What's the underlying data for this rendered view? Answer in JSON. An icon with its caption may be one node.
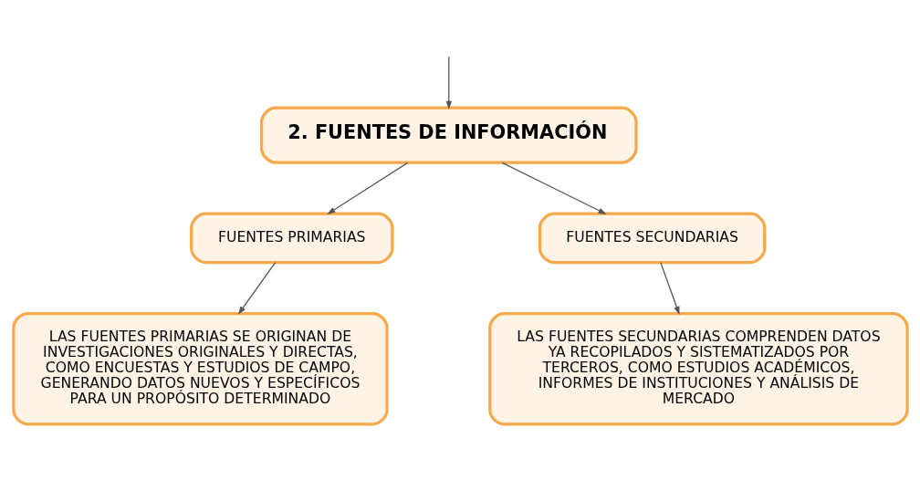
{
  "diagram": {
    "nodes": [
      {
        "text": [
          "2. FUENTES DE INFORMACIÓN"
        ]
      },
      {
        "text": [
          "FUENTES PRIMARIAS"
        ]
      },
      {
        "text": [
          "FUENTES SECUNDARIAS"
        ]
      },
      {
        "text": [
          "LAS FUENTES PRIMARIAS SE ORIGINAN DE INVESTIGACIONES ORIGINALES Y DIRECTAS, COMO ENCUESTAS Y ESTUDIOS DE CAMPO, GENERANDO DATOS NUEVOS Y ESPECÍFICOS PARA UN PROPÓSITO DETERMINADO"
        ]
      },
      {
        "text": [
          "LAS FUENTES SECUNDARIAS COMPRENDEN DATOS YA RECOPILADOS Y SISTEMATIZADOS POR TERCEROS, COMO ESTUDIOS ACADÉMICOS, INFORMES DE INSTITUCIONES Y ANÁLISIS DE MERCADO"
        ]
      }
    ],
    "edges": [
      {
        "from": null,
        "to": 0,
        "arrow": "to"
      },
      {
        "from": 0,
        "to": 1,
        "arrow": "to"
      },
      {
        "from": 0,
        "to": 2,
        "arrow": "to"
      },
      {
        "from": 1,
        "to": 3,
        "arrow": "to"
      },
      {
        "from": 2,
        "to": 4,
        "arrow": "to"
      }
    ]
  }
}
